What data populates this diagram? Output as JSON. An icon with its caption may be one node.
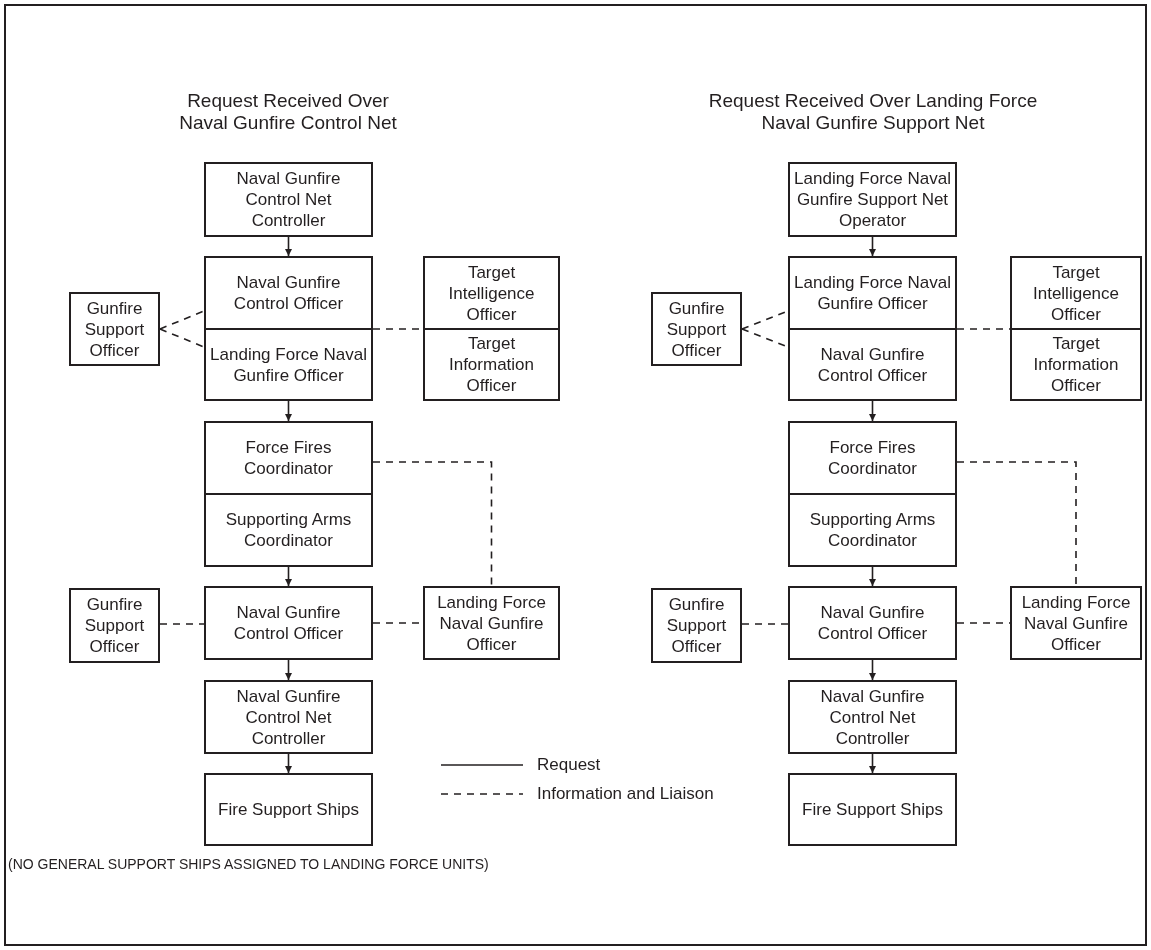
{
  "diagram": {
    "nodes": [
      {
        "text": [
          "Naval Gunfire Control Net Controller"
        ]
      },
      {
        "text": [
          "Naval Gunfire Control Officer"
        ]
      },
      {
        "text": [
          "Landing Force Naval Gunfire Officer"
        ]
      },
      {
        "text": [
          "Gunfire Support Officer"
        ]
      },
      {
        "text": [
          "Target Intelligence Officer"
        ]
      },
      {
        "text": [
          "Target Information Officer"
        ]
      },
      {
        "text": [
          "Force Fires Coordinator"
        ]
      },
      {
        "text": [
          "Supporting Arms Coordinator"
        ]
      },
      {
        "text": [
          "Naval Gunfire Control Officer"
        ]
      },
      {
        "text": [
          "Gunfire Support Officer"
        ]
      },
      {
        "text": [
          "Landing Force Naval Gunfire Officer"
        ]
      },
      {
        "text": [
          "Naval Gunfire Control Net Controller"
        ]
      },
      {
        "text": [
          "Fire Support Ships"
        ]
      },
      {
        "text": [
          "Landing Force Naval Gunfire Support Net Operator"
        ]
      },
      {
        "text": [
          "Landing Force Naval Gunfire Officer"
        ]
      },
      {
        "text": [
          "Naval Gunfire Control Officer"
        ]
      },
      {
        "text": [
          "Gunfire Support Officer"
        ]
      },
      {
        "text": [
          "Target Intelligence Officer"
        ]
      },
      {
        "text": [
          "Target Information Officer"
        ]
      },
      {
        "text": [
          "Force Fires Coordinator"
        ]
      },
      {
        "text": [
          "Supporting Arms Coordinator"
        ]
      },
      {
        "text": [
          "Naval Gunfire Control Officer"
        ]
      },
      {
        "text": [
          "Gunfire Support Officer"
        ]
      },
      {
        "text": [
          "Landing Force Naval Gunfire Officer"
        ]
      },
      {
        "text": [
          "Naval Gunfire Control Net Controller"
        ]
      },
      {
        "text": [
          "Fire Support Ships"
        ]
      }
    ],
    "edges": [
      {
        "from": 0,
        "to": 1,
        "arrow": "to"
      },
      {
        "from": 2,
        "to": 6,
        "arrow": "to"
      },
      {
        "from": 7,
        "to": 8,
        "arrow": "to"
      },
      {
        "from": 8,
        "to": 11,
        "arrow": "to"
      },
      {
        "from": 11,
        "to": 12,
        "arrow": "to"
      },
      {
        "from": 3,
        "to": 1,
        "arrow": "none",
        "style": "dashed"
      },
      {
        "from": 3,
        "to": 2,
        "arrow": "none",
        "style": "dashed"
      },
      {
        "from": 1,
        "to": 4,
        "arrow": "none",
        "style": "dashed"
      },
      {
        "from": 9,
        "to": 8,
        "arrow": "none",
        "style": "dashed"
      },
      {
        "from": 8,
        "to": 10,
        "arrow": "none",
        "style": "dashed"
      },
      {
        "from": 6,
        "to": 10,
        "arrow": "none",
        "style": "dashed"
      },
      {
        "from": 13,
        "to": 14,
        "arrow": "to"
      },
      {
        "from": 15,
        "to": 19,
        "arrow": "to"
      },
      {
        "from": 20,
        "to": 21,
        "arrow": "to"
      },
      {
        "from": 21,
        "to": 24,
        "arrow": "to"
      },
      {
        "from": 24,
        "to": 25,
        "arrow": "to"
      },
      {
        "from": 16,
        "to": 14,
        "arrow": "none",
        "style": "dashed"
      },
      {
        "from": 16,
        "to": 15,
        "arrow": "none",
        "style": "dashed"
      },
      {
        "from": 14,
        "to": 17,
        "arrow": "none",
        "style": "dashed"
      },
      {
        "from": 22,
        "to": 21,
        "arrow": "none",
        "style": "dashed"
      },
      {
        "from": 21,
        "to": 23,
        "arrow": "none",
        "style": "dashed"
      },
      {
        "from": 19,
        "to": 23,
        "arrow": "none",
        "style": "dashed"
      }
    ],
    "labels": [
      "Request Received Over Naval Gunfire Control Net",
      "Request Received Over Landing Force Naval Gunfire Support Net",
      "(NO GENERAL SUPPORT SHIPS ASSIGNED TO LANDING FORCE UNITS)"
    ],
    "legend": [
      {
        "text": "Request"
      },
      {
        "text": "Information and Liaison"
      }
    ]
  }
}
